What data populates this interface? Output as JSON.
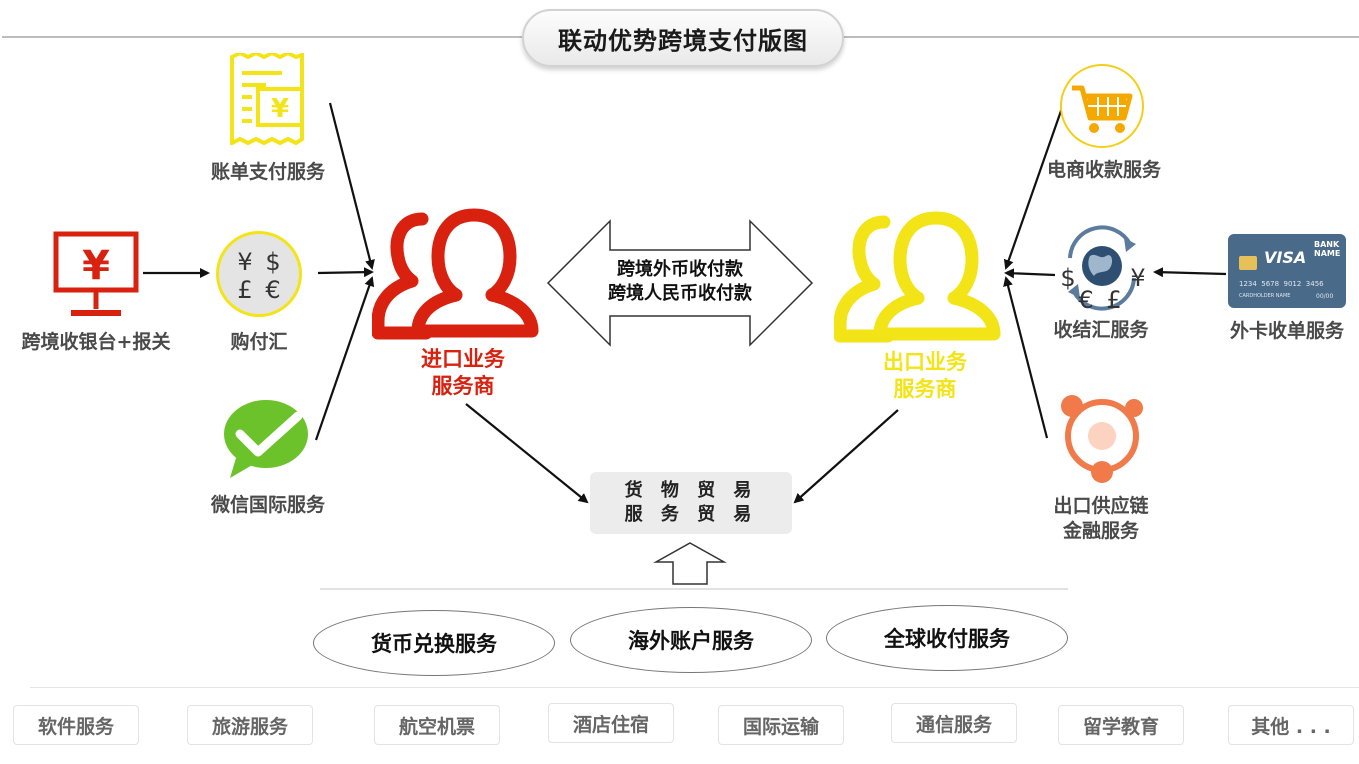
{
  "title": "联动优势跨境支付版图",
  "left_services": {
    "bill_payment": "账单支付服务",
    "cashier_customs": "跨境收银台+报关",
    "purchase_fx": "购付汇",
    "wechat_intl": "微信国际服务"
  },
  "right_services": {
    "ecommerce_collection": "电商收款服务",
    "collection_fx": "收结汇服务",
    "foreign_card": "外卡收单服务",
    "supply_chain": [
      "出口供应链",
      "金融服务"
    ]
  },
  "import_provider": [
    "进口业务",
    "服务商"
  ],
  "export_provider": [
    "出口业务",
    "服务商"
  ],
  "double_arrow": [
    "跨境外币收付款",
    "跨境人民币收付款"
  ],
  "trade_box": [
    "货 物 贸 易",
    "服 务 贸 易"
  ],
  "core_services": [
    "货币兑换服务",
    "海外账户服务",
    "全球收付服务"
  ],
  "industries": [
    "软件服务",
    "旅游服务",
    "航空机票",
    "酒店住宿",
    "国际运输",
    "通信服务",
    "留学教育",
    "其他 . . ."
  ],
  "card": {
    "brand": "VISA",
    "bank_name": [
      "BANK",
      "NAME"
    ],
    "number": "1234  5678  9012  3456",
    "holder": "CARDHOLDER NAME",
    "expiry": "00/00"
  },
  "icon_glyphs": {
    "yuan": "¥",
    "dollar": "$",
    "pound": "£",
    "euro": "€"
  },
  "colors": {
    "import_red": "#d8210f",
    "export_yellow": "#f3e418",
    "bill_yellow": "#f3e418",
    "wechat_green": "#6cc22a",
    "supply_orange": "#f07a4a",
    "card_blue": "#4a6a8a"
  },
  "icons": [
    "bill-icon",
    "cashier-monitor-icon",
    "currency-exchange-icon",
    "wechat-icon",
    "import-person-icon",
    "export-person-icon",
    "shopping-cart-icon",
    "globe-exchange-icon",
    "visa-card-icon",
    "supply-chain-icon"
  ]
}
